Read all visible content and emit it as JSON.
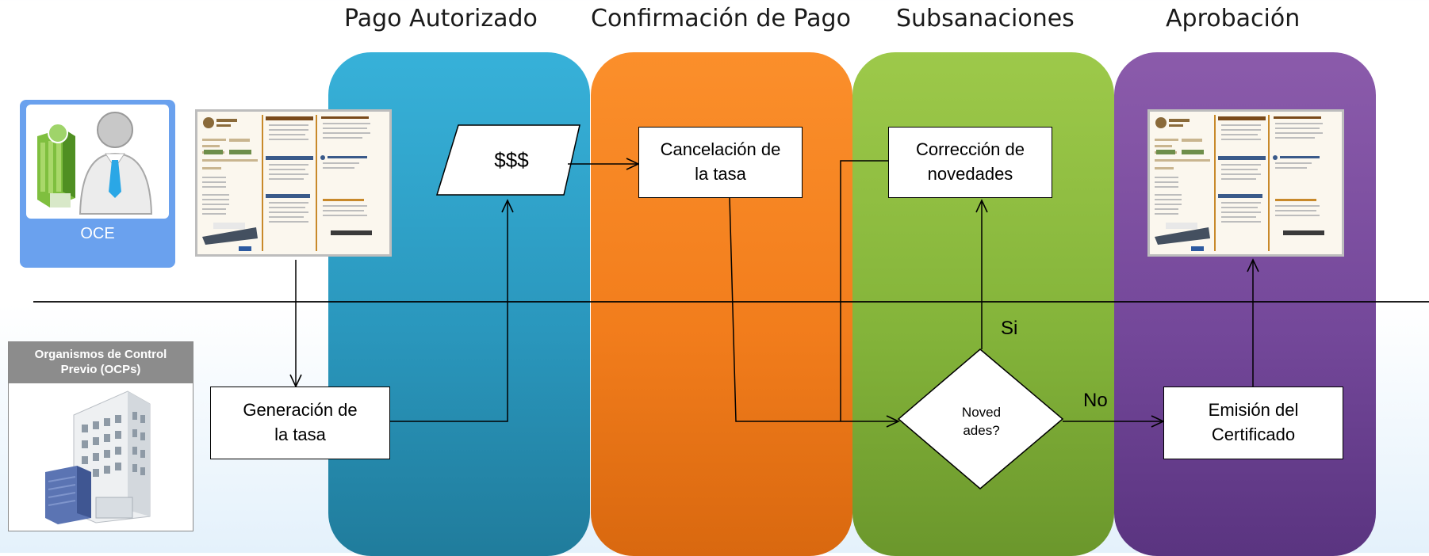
{
  "phases": [
    "Pago Autorizado",
    "Confirmación de Pago",
    "Subsanaciones",
    "Aprobación"
  ],
  "actors": {
    "oce": {
      "label": "OCE"
    },
    "ocp": {
      "label": "Organismos de Control\nPrevio (OCPs)"
    }
  },
  "nodes": {
    "generacion": "Generación de\nla tasa",
    "pago": "$$$",
    "cancelacion": "Cancelación de\nla tasa",
    "correccion": "Corrección de\nnovedades",
    "decision": "Noved\nades?",
    "emision": "Emisión del\nCertificado"
  },
  "edge_labels": {
    "yes": "Si",
    "no": "No"
  },
  "colors": {
    "pago_autorizado": "#2fa7cf",
    "confirmacion": "#f7851f",
    "subsanaciones": "#8fbe41",
    "aprobacion": "#7a4ea2",
    "oce_card": "#6aa1ee"
  }
}
